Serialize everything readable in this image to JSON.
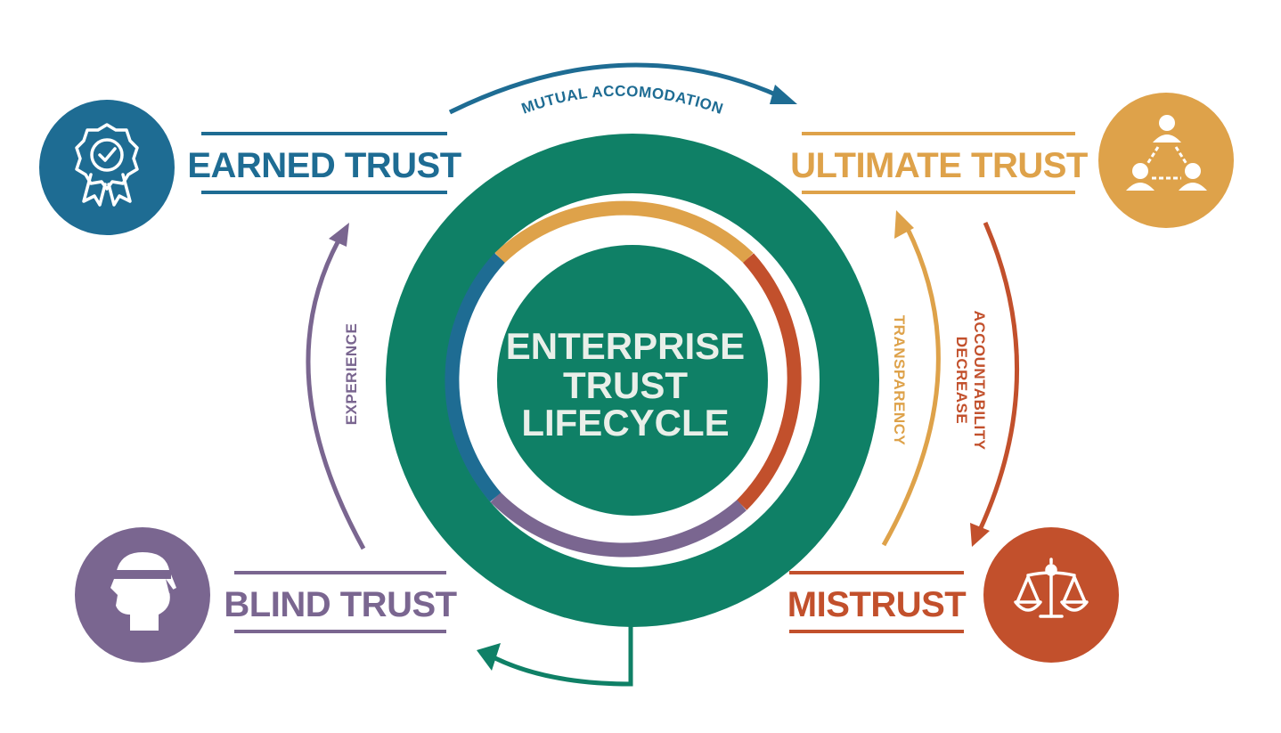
{
  "center": {
    "lines": [
      "ENTERPRISE",
      "TRUST",
      "LIFECYCLE"
    ]
  },
  "stages": {
    "earned": {
      "label": "EARNED TRUST",
      "icon": "badge-check-icon"
    },
    "ultimate": {
      "label": "ULTIMATE TRUST",
      "icon": "people-network-icon"
    },
    "mistrust": {
      "label": "MISTRUST",
      "icon": "scales-icon"
    },
    "blind": {
      "label": "BLIND TRUST",
      "icon": "blindfolded-head-icon"
    }
  },
  "transitions": {
    "mutual": "MUTUAL ACCOMODATION",
    "transparency": "TRANSPARENCY",
    "accountability_line1": "ACCOUNTABILITY",
    "accountability_line2": "DECREASE",
    "experience": "EXPERIENCE"
  },
  "colors": {
    "teal": "#0f8066",
    "blue": "#1e6c93",
    "orange": "#dea24a",
    "rust": "#c2502c",
    "purple": "#7a6690",
    "white": "#ffffff"
  }
}
